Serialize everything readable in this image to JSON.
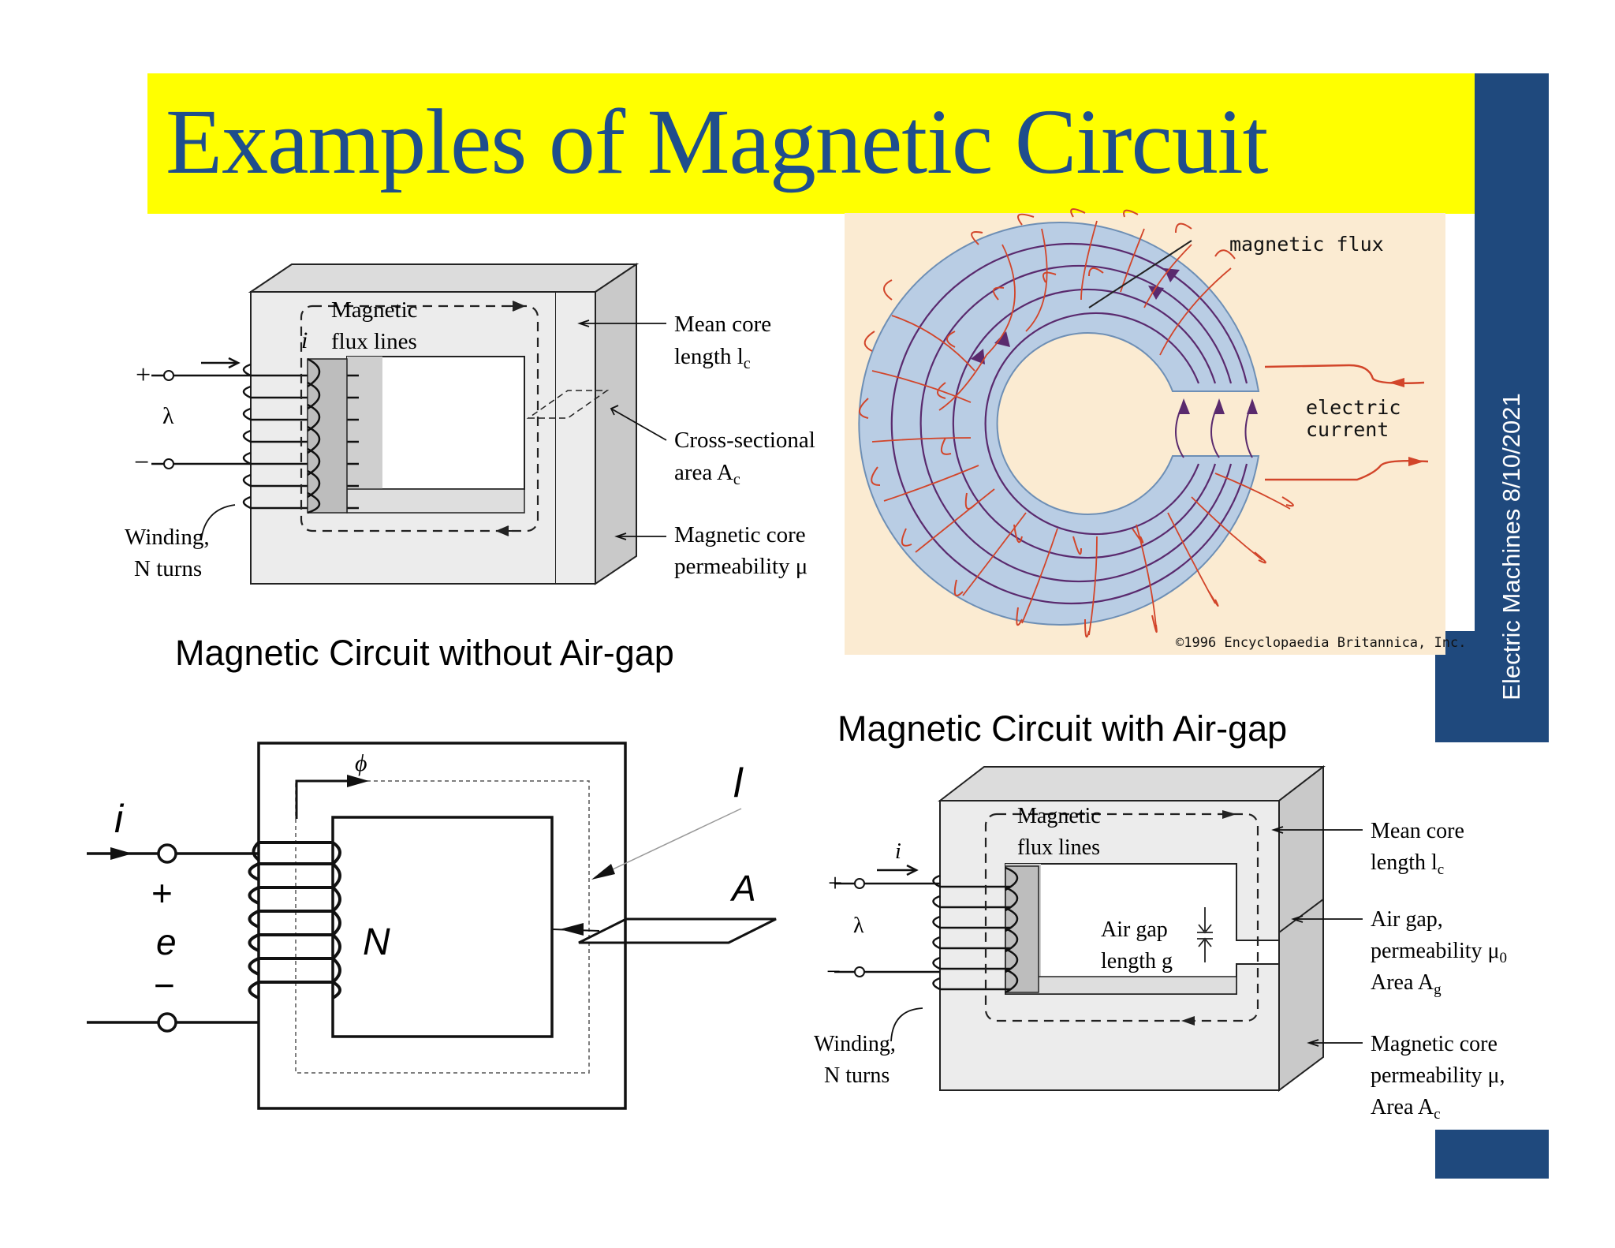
{
  "title": "Examples of Magnetic Circuit",
  "sidebar": {
    "text": "Electric Machines     8/10/2021"
  },
  "colors": {
    "title_bar": "#ffff00",
    "title_text": "#1f4e8c",
    "side_band": "#1f497d",
    "toroid_bg": "#fbebd2",
    "toroid_core": "#b9cde4",
    "coil": "#d2452a",
    "flux": "#5a2a6e"
  },
  "captions": {
    "without_gap": "Magnetic Circuit without Air-gap",
    "with_gap": "Magnetic Circuit with Air-gap"
  },
  "fig1": {
    "current": "i",
    "plus": "+",
    "lambda": "λ",
    "minus": "−",
    "flux_l1": "Magnetic",
    "flux_l2": "flux lines",
    "mean_l1": "Mean core",
    "mean_l2": "length l",
    "mean_sub": "c",
    "cross_l1": "Cross-sectional",
    "cross_l2": "area A",
    "cross_sub": "c",
    "perm_l1": "Magnetic core",
    "perm_l2": "permeability μ",
    "wind_l1": "Winding,",
    "wind_l2": "N turns"
  },
  "toroid": {
    "flux_label": "magnetic flux",
    "current_l1": "electric",
    "current_l2": "current",
    "copyright": "©1996 Encyclopaedia Britannica, Inc."
  },
  "fig3": {
    "phi": "ϕ",
    "l": "l",
    "i": "i",
    "plus": "+",
    "e": "e",
    "minus": "−",
    "N": "N",
    "A": "A"
  },
  "fig4": {
    "current": "i",
    "plus": "+",
    "lambda": "λ",
    "minus": "−",
    "flux_l1": "Magnetic",
    "flux_l2": "flux lines",
    "gap_l1": "Air gap",
    "gap_l2": "length g",
    "mean_l1": "Mean core",
    "mean_l2": "length l",
    "mean_sub": "c",
    "airgap_l1": "Air gap,",
    "airgap_l2": "permeability μ",
    "airgap_sub": "0",
    "airgap_l3": "Area A",
    "airgap_l3_sub": "g",
    "perm_l1": "Magnetic core",
    "perm_l2": "permeability μ,",
    "perm_l3": "Area A",
    "perm_l3_sub": "c",
    "wind_l1": "Winding,",
    "wind_l2": "N turns"
  }
}
